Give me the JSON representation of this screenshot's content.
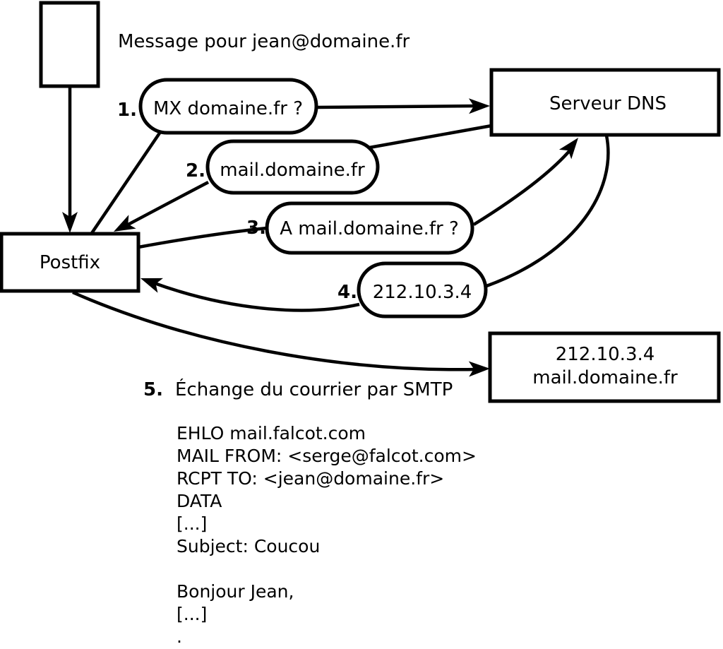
{
  "header": {
    "title": "Message pour jean@domaine.fr"
  },
  "nodes": {
    "postfix_label": "Postfix",
    "dns_label": "Serveur DNS",
    "mail_server_ip": "212.10.3.4",
    "mail_server_host": "mail.domaine.fr"
  },
  "steps": [
    {
      "num": "1.",
      "label": "MX domaine.fr ?"
    },
    {
      "num": "2.",
      "label": "mail.domaine.fr"
    },
    {
      "num": "3.",
      "label": "A mail.domaine.fr ?"
    },
    {
      "num": "4.",
      "label": "212.10.3.4"
    },
    {
      "num": "5.",
      "label": "Échange du courrier par SMTP"
    }
  ],
  "smtp_session": {
    "lines": [
      "EHLO mail.falcot.com",
      "MAIL FROM: <serge@falcot.com>",
      "RCPT TO: <jean@domaine.fr>",
      "DATA",
      "[...]",
      "Subject: Coucou",
      "",
      "Bonjour Jean,",
      "[...]",
      "."
    ]
  },
  "colors": {
    "stroke": "#000000",
    "background": "#ffffff"
  }
}
